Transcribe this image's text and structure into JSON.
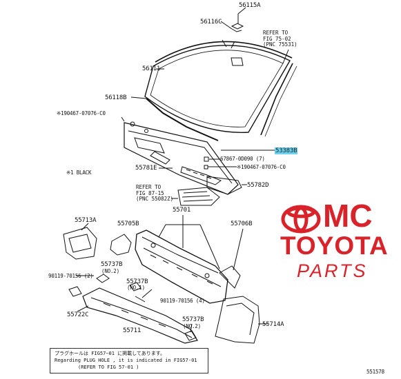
{
  "parts": {
    "p56115A": "56115A",
    "p56116C": "56116C",
    "p56111": "56111",
    "p56118B": "56118B",
    "p190467a": "※190467-07076-C0",
    "p53383B": "53383B",
    "p67867": "67867-0D090 (7)",
    "p190467b": "※190467-07076-C0",
    "p55781E": "55781E",
    "black": "※1 BLACK",
    "p55782D": "55782D",
    "p55701": "55701",
    "p55713A": "55713A",
    "p55705B": "55705B",
    "p55706B": "55706B",
    "p55737B_a": "55737B",
    "no2_a": "(NO.2)",
    "p90119a": "90119-70156 (2)",
    "p55737B_b": "55737B",
    "no1": "(NO.1)",
    "p90119b": "90119-70156 (4)",
    "p55722C": "55722C",
    "p55711": "55711",
    "p55737B_c": "55737B",
    "no2_b": "(NO.2)",
    "p55714A": "55714A",
    "fig_id": "551578"
  },
  "references": {
    "ref1": "REFER TO\nFIG 75-02\n(PNC 75531)",
    "ref2": "REFER TO\nFIG 87-15\n(PNC 55082Z)"
  },
  "note": {
    "line1": "プラグホールは FIG57−01 に掲載してあります。",
    "line2": "Regarding PLUG HOLE , it is indicated in FIG57-01",
    "line3": "(REFER TO FIG 57-01 )"
  },
  "brand": {
    "name_top": "MC",
    "name_mid": "TOYOTA",
    "name_bottom": "PARTS",
    "color": "#d9232a"
  },
  "highlight_color": "#6ad3f0"
}
